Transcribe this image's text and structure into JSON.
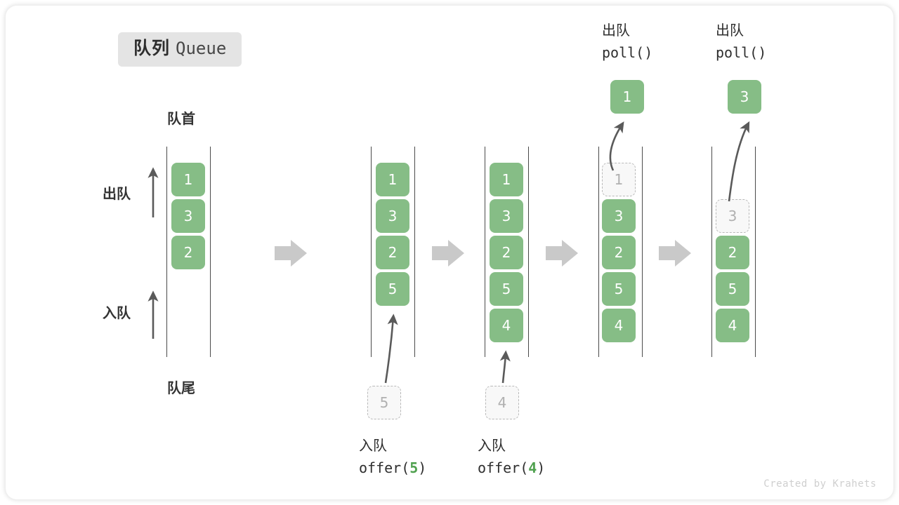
{
  "title": {
    "cn": "队列",
    "en": "Queue"
  },
  "labels": {
    "head": "队首",
    "tail": "队尾",
    "dequeue_arrow": "出队",
    "enqueue_arrow": "入队"
  },
  "colors": {
    "element": "#86bd86",
    "element_text": "#ffffff",
    "ghost_border": "#b9b9b9",
    "ghost_text": "#b0b0b0",
    "rail": "#4a4a4a",
    "step_arrow": "#c9c9c9",
    "accent_code_number": "#50a14f",
    "chip_bg": "#e4e4e4"
  },
  "footer": "Created by Krahets",
  "stages": [
    {
      "id": "stage-initial",
      "cells": [
        {
          "value": "1",
          "ghost": false
        },
        {
          "value": "3",
          "ghost": false
        },
        {
          "value": "2",
          "ghost": false
        }
      ],
      "operation": null,
      "incoming": null,
      "popped": null
    },
    {
      "id": "stage-offer-5",
      "cells": [
        {
          "value": "1",
          "ghost": false
        },
        {
          "value": "3",
          "ghost": false
        },
        {
          "value": "2",
          "ghost": false
        },
        {
          "value": "5",
          "ghost": false
        }
      ],
      "operation": {
        "cn": "入队",
        "code_prefix": "offer(",
        "code_value": "5",
        "code_suffix": ")",
        "position": "bottom"
      },
      "incoming": {
        "value": "5",
        "ghost": true
      },
      "popped": null
    },
    {
      "id": "stage-offer-4",
      "cells": [
        {
          "value": "1",
          "ghost": false
        },
        {
          "value": "3",
          "ghost": false
        },
        {
          "value": "2",
          "ghost": false
        },
        {
          "value": "5",
          "ghost": false
        },
        {
          "value": "4",
          "ghost": false
        }
      ],
      "operation": {
        "cn": "入队",
        "code_prefix": "offer(",
        "code_value": "4",
        "code_suffix": ")",
        "position": "bottom"
      },
      "incoming": {
        "value": "4",
        "ghost": true
      },
      "popped": null
    },
    {
      "id": "stage-poll-1",
      "cells": [
        {
          "value": "1",
          "ghost": true
        },
        {
          "value": "3",
          "ghost": false
        },
        {
          "value": "2",
          "ghost": false
        },
        {
          "value": "5",
          "ghost": false
        },
        {
          "value": "4",
          "ghost": false
        }
      ],
      "operation": {
        "cn": "出队",
        "code_prefix": "poll(",
        "code_value": "",
        "code_suffix": ")",
        "position": "top"
      },
      "incoming": null,
      "popped": {
        "value": "1",
        "ghost": false
      }
    },
    {
      "id": "stage-poll-3",
      "cells": [
        {
          "value": "",
          "ghost": false,
          "empty": true
        },
        {
          "value": "3",
          "ghost": true
        },
        {
          "value": "2",
          "ghost": false
        },
        {
          "value": "5",
          "ghost": false
        },
        {
          "value": "4",
          "ghost": false
        }
      ],
      "operation": {
        "cn": "出队",
        "code_prefix": "poll(",
        "code_value": "",
        "code_suffix": ")",
        "position": "top"
      },
      "incoming": null,
      "popped": {
        "value": "3",
        "ghost": false
      }
    }
  ]
}
